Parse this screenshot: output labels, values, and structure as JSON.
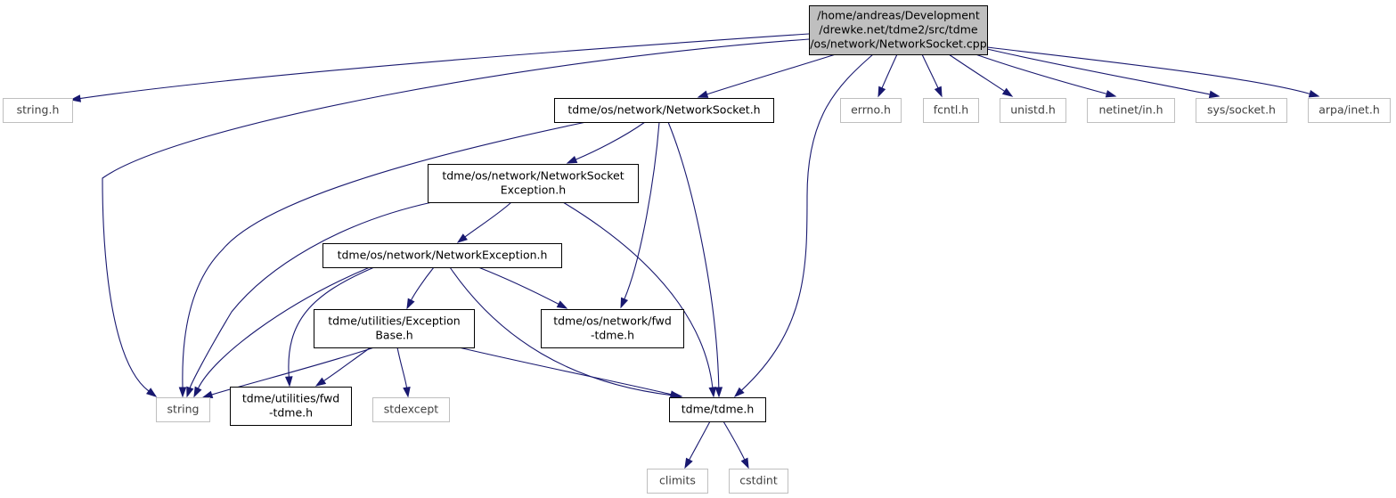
{
  "graph": {
    "nodes": [
      {
        "id": "n0",
        "name": "node-networksocket-cpp",
        "kind": "root",
        "lines": [
          "/home/andreas/Development",
          "/drewke.net/tdme2/src/tdme",
          "/os/network/NetworkSocket.cpp"
        ]
      },
      {
        "id": "n1",
        "name": "node-string-h",
        "kind": "system",
        "lines": [
          "string.h"
        ]
      },
      {
        "id": "n2",
        "name": "node-string",
        "kind": "system",
        "lines": [
          "string"
        ]
      },
      {
        "id": "n3",
        "name": "node-networksocket-h",
        "kind": "local",
        "lines": [
          "tdme/os/network/NetworkSocket.h"
        ]
      },
      {
        "id": "n4",
        "name": "node-errno-h",
        "kind": "system",
        "lines": [
          "errno.h"
        ]
      },
      {
        "id": "n5",
        "name": "node-fcntl-h",
        "kind": "system",
        "lines": [
          "fcntl.h"
        ]
      },
      {
        "id": "n6",
        "name": "node-unistd-h",
        "kind": "system",
        "lines": [
          "unistd.h"
        ]
      },
      {
        "id": "n7",
        "name": "node-netinet-in-h",
        "kind": "system",
        "lines": [
          "netinet/in.h"
        ]
      },
      {
        "id": "n8",
        "name": "node-sys-socket-h",
        "kind": "system",
        "lines": [
          "sys/socket.h"
        ]
      },
      {
        "id": "n9",
        "name": "node-arpa-inet-h",
        "kind": "system",
        "lines": [
          "arpa/inet.h"
        ]
      },
      {
        "id": "n10",
        "name": "node-networksocketexception-h",
        "kind": "local",
        "lines": [
          "tdme/os/network/NetworkSocket",
          "Exception.h"
        ]
      },
      {
        "id": "n11",
        "name": "node-networkexception-h",
        "kind": "local",
        "lines": [
          "tdme/os/network/NetworkException.h"
        ]
      },
      {
        "id": "n12",
        "name": "node-exceptionbase-h",
        "kind": "local",
        "lines": [
          "tdme/utilities/Exception",
          "Base.h"
        ]
      },
      {
        "id": "n13",
        "name": "node-network-fwd-tdme-h",
        "kind": "local",
        "lines": [
          "tdme/os/network/fwd",
          "-tdme.h"
        ]
      },
      {
        "id": "n14",
        "name": "node-utilities-fwd-tdme-h",
        "kind": "local",
        "lines": [
          "tdme/utilities/fwd",
          "-tdme.h"
        ]
      },
      {
        "id": "n15",
        "name": "node-stdexcept",
        "kind": "system",
        "lines": [
          "stdexcept"
        ]
      },
      {
        "id": "n16",
        "name": "node-tdme-h",
        "kind": "local",
        "lines": [
          "tdme/tdme.h"
        ]
      },
      {
        "id": "n17",
        "name": "node-climits",
        "kind": "system",
        "lines": [
          "climits"
        ]
      },
      {
        "id": "n18",
        "name": "node-cstdint",
        "kind": "system",
        "lines": [
          "cstdint"
        ]
      }
    ],
    "edges": [
      {
        "from": "n0",
        "to": "n1"
      },
      {
        "from": "n0",
        "to": "n2"
      },
      {
        "from": "n0",
        "to": "n3"
      },
      {
        "from": "n0",
        "to": "n16"
      },
      {
        "from": "n0",
        "to": "n4"
      },
      {
        "from": "n0",
        "to": "n5"
      },
      {
        "from": "n0",
        "to": "n6"
      },
      {
        "from": "n0",
        "to": "n7"
      },
      {
        "from": "n0",
        "to": "n8"
      },
      {
        "from": "n0",
        "to": "n9"
      },
      {
        "from": "n3",
        "to": "n2"
      },
      {
        "from": "n3",
        "to": "n10"
      },
      {
        "from": "n3",
        "to": "n13"
      },
      {
        "from": "n3",
        "to": "n16"
      },
      {
        "from": "n10",
        "to": "n2"
      },
      {
        "from": "n10",
        "to": "n11"
      },
      {
        "from": "n10",
        "to": "n16"
      },
      {
        "from": "n11",
        "to": "n14"
      },
      {
        "from": "n11",
        "to": "n2"
      },
      {
        "from": "n11",
        "to": "n12"
      },
      {
        "from": "n11",
        "to": "n13"
      },
      {
        "from": "n11",
        "to": "n16"
      },
      {
        "from": "n12",
        "to": "n2"
      },
      {
        "from": "n12",
        "to": "n14"
      },
      {
        "from": "n12",
        "to": "n15"
      },
      {
        "from": "n12",
        "to": "n16"
      },
      {
        "from": "n16",
        "to": "n17"
      },
      {
        "from": "n16",
        "to": "n18"
      }
    ]
  }
}
